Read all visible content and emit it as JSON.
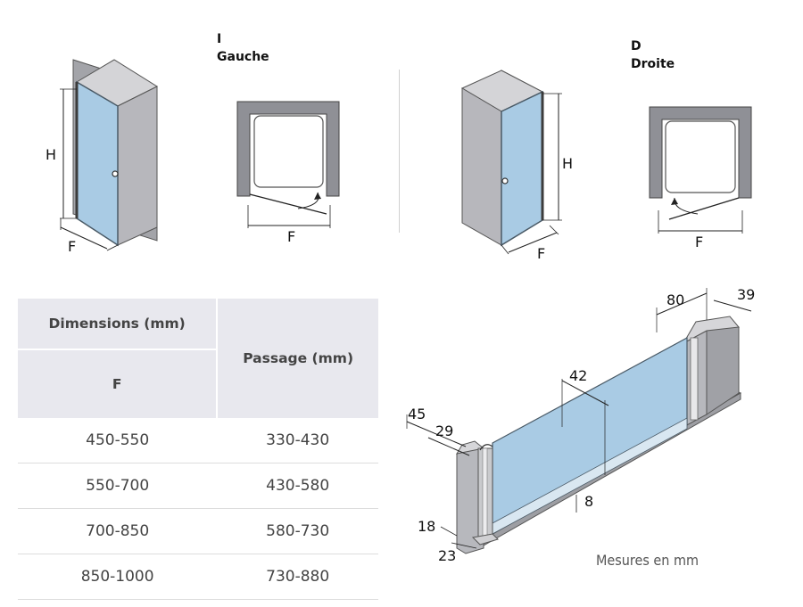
{
  "left_view": {
    "code": "I",
    "name": "Gauche",
    "height_label": "H",
    "width_label": "F",
    "plan_width_label": "F"
  },
  "right_view": {
    "code": "D",
    "name": "Droite",
    "height_label": "H",
    "width_label": "F",
    "plan_width_label": "F"
  },
  "table": {
    "header_dimensions": "Dimensions (mm)",
    "header_f": "F",
    "header_passage": "Passage (mm)",
    "rows": [
      {
        "f": "450-550",
        "passage": "330-430"
      },
      {
        "f": "550-700",
        "passage": "430-580"
      },
      {
        "f": "700-850",
        "passage": "580-730"
      },
      {
        "f": "850-1000",
        "passage": "730-880"
      }
    ]
  },
  "profile": {
    "dims": {
      "d80": "80",
      "d39": "39",
      "d42": "42",
      "d45": "45",
      "d29": "29",
      "d8": "8",
      "d18": "18",
      "d23": "23"
    },
    "note": "Mesures en mm"
  },
  "colors": {
    "glass": "#a9cbe4",
    "wall": "#b6b6bb",
    "wall_dark": "#8f9096",
    "wall_top": "#d3d3d6",
    "header_bg": "#e8e8ee"
  }
}
